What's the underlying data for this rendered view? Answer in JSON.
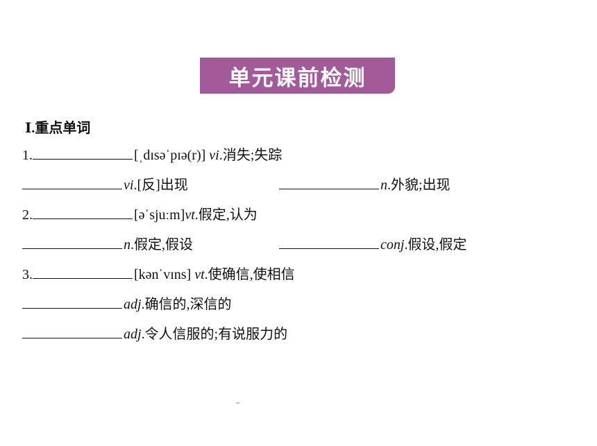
{
  "banner": {
    "title": "单元课前检测"
  },
  "section": {
    "title": "Ⅰ.重点单词"
  },
  "items": [
    {
      "num": "1.",
      "phonetic": "[ˌdɪsəˈpɪə(r)] ",
      "pos": "vi",
      "meaning": ".消失;失踪"
    },
    {
      "pos": "vi",
      "meaning": ".[反]出现"
    },
    {
      "pos": "n",
      "meaning": ".外貌;出现"
    },
    {
      "num": "2.",
      "phonetic": "[əˈsjuːm]",
      "pos": "vt",
      "meaning": ".假定,认为"
    },
    {
      "pos": "n",
      "meaning": ".假定,假设"
    },
    {
      "pos": "conj",
      "meaning": ".假设,假定"
    },
    {
      "num": "3.",
      "phonetic": "[kənˈvɪns] ",
      "pos": "vt",
      "meaning": ".使确信,使相信"
    },
    {
      "pos": "adj",
      "meaning": ".确信的,深信的"
    },
    {
      "pos": "adj",
      "meaning": ".令人信服的;有说服力的"
    }
  ]
}
